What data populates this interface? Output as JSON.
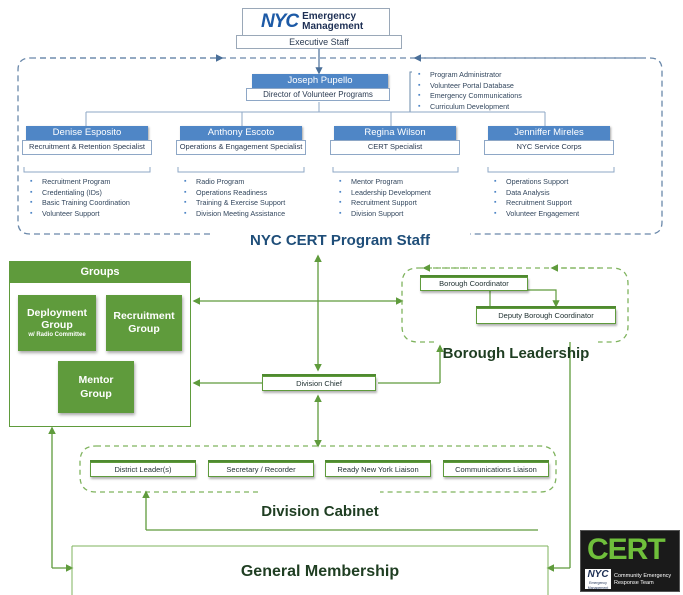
{
  "header": {
    "logo_nyc": "NYC",
    "logo_line1": "Emergency",
    "logo_line2": "Management",
    "executive_staff": "Executive Staff"
  },
  "director": {
    "name": "Joseph Pupello",
    "title": "Director of Volunteer Programs",
    "duties": [
      "Program Administrator",
      "Volunteer Portal Database",
      "Emergency Communications",
      "Curriculum Development"
    ]
  },
  "staff": [
    {
      "name": "Denise Esposito",
      "role": "Recruitment & Retention Specialist",
      "duties": [
        "Recruitment Program",
        "Credentialing (IDs)",
        "Basic Training Coordination",
        "Volunteer Support"
      ]
    },
    {
      "name": "Anthony Escoto",
      "role": "Operations & Engagement Specialist",
      "duties": [
        "Radio Program",
        "Operations Readiness",
        "Training & Exercise Support",
        "Division Meeting Assistance"
      ]
    },
    {
      "name": "Regina Wilson",
      "role": "CERT Specialist",
      "duties": [
        "Mentor Program",
        "Leadership Development",
        "Recruitment Support",
        "Division Support"
      ]
    },
    {
      "name": "Jenniffer Mireles",
      "role": "NYC Service Corps",
      "duties": [
        "Operations Support",
        "Data Analysis",
        "Recruitment Support",
        "Volunteer Engagement"
      ]
    }
  ],
  "program_staff_title": "NYC CERT Program Staff",
  "groups": {
    "heading": "Groups",
    "deployment_line1": "Deployment",
    "deployment_line2": "Group",
    "deployment_sub": "w/ Radio Committee",
    "recruitment_line1": "Recruitment",
    "recruitment_line2": "Group",
    "mentor_line1": "Mentor",
    "mentor_line2": "Group"
  },
  "borough": {
    "coordinator": "Borough Coordinator",
    "deputy": "Deputy Borough Coordinator",
    "title": "Borough Leadership"
  },
  "division_chief": "Division Chief",
  "cabinet": {
    "members": [
      "District Leader(s)",
      "Secretary / Recorder",
      "Ready New York Liaison",
      "Communications Liaison"
    ],
    "title": "Division Cabinet"
  },
  "general_membership": "General Membership",
  "cert_logo": {
    "word": "CERT",
    "nyc": "NYC",
    "agency": "Emergency Management",
    "line1": "Community Emergency",
    "line2": "Response Team"
  },
  "colors": {
    "blue": "#4f86c6",
    "green": "#5f9b3c",
    "dark_blue": "#1f4e79"
  }
}
